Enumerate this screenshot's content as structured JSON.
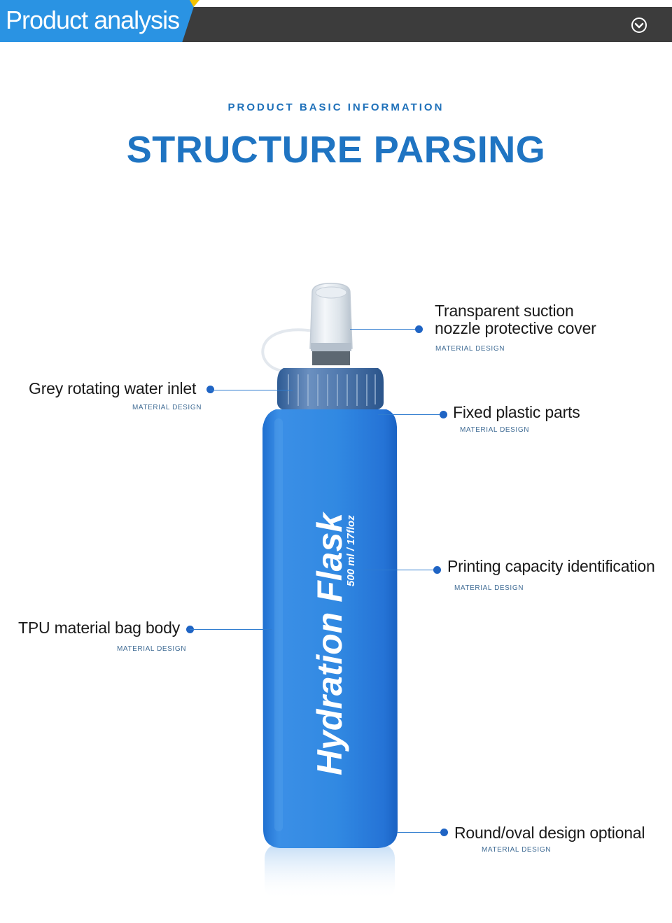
{
  "header": {
    "title": "Product analysis",
    "toggle_icon": "chevron-down-circle-icon",
    "colors": {
      "bar": "#3c3c3c",
      "tab": "#2a93e3",
      "accent": "#f2c200"
    }
  },
  "heading": {
    "subtitle": "PRODUCT BASIC INFORMATION",
    "title": "STRUCTURE PARSING"
  },
  "product": {
    "brand": "Hydration Flask",
    "capacity": "500 ml / 17floz",
    "color": "#2f86e0"
  },
  "callouts": [
    {
      "label_lines": [
        "Transparent suction",
        "nozzle protective cover"
      ],
      "sub": "MATERIAL DESIGN"
    },
    {
      "label_lines": [
        "Grey rotating water inlet"
      ],
      "sub": "MATERIAL DESIGN"
    },
    {
      "label_lines": [
        "Fixed plastic parts"
      ],
      "sub": "MATERIAL DESIGN"
    },
    {
      "label_lines": [
        "Printing capacity identification"
      ],
      "sub": "MATERIAL DESIGN"
    },
    {
      "label_lines": [
        "TPU material bag body"
      ],
      "sub": "MATERIAL DESIGN"
    },
    {
      "label_lines": [
        "Round/oval design optional"
      ],
      "sub": "MATERIAL DESIGN"
    }
  ]
}
